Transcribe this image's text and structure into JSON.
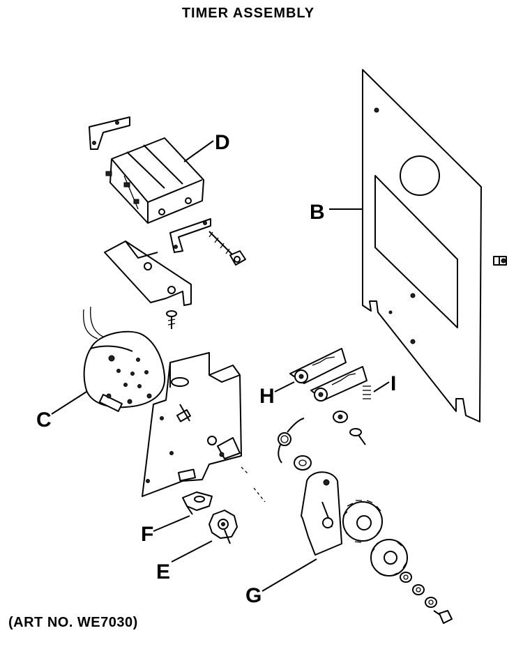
{
  "title": "TIMER ASSEMBLY",
  "art_number": "(ART NO. WE7030)",
  "labels": {
    "B": "B",
    "C": "C",
    "D": "D",
    "E": "E",
    "F": "F",
    "G": "G",
    "H": "H",
    "I": "I"
  }
}
